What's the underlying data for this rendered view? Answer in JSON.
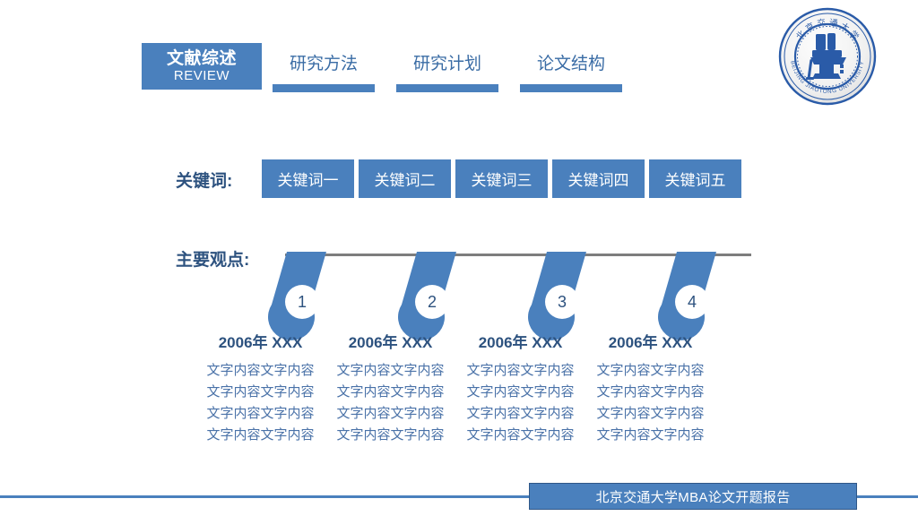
{
  "slide": {
    "background": "#ffffff",
    "accent_blue": "#4a80bd",
    "dark_blue": "#2d527f",
    "text_blue": "#4a72a8",
    "line_gray": "#7d7d7d"
  },
  "nav": {
    "tabs": [
      {
        "cn": "文献综述",
        "en": "REVIEW",
        "active": true
      },
      {
        "cn": "研究方法",
        "en": "",
        "active": false
      },
      {
        "cn": "研究计划",
        "en": "",
        "active": false
      },
      {
        "cn": "论文结构",
        "en": "",
        "active": false
      }
    ]
  },
  "keywords_section": {
    "label": "关键词:",
    "items": [
      "关键词一",
      "关键词二",
      "关键词三",
      "关键词四",
      "关键词五"
    ]
  },
  "main_points": {
    "label": "主要观点:",
    "markers": [
      "1",
      "2",
      "3",
      "4"
    ],
    "columns": [
      {
        "title": "2006年 XXX",
        "lines": [
          "文字内容文字内容",
          "文字内容文字内容",
          "文字内容文字内容",
          "文字内容文字内容"
        ]
      },
      {
        "title": "2006年 XXX",
        "lines": [
          "文字内容文字内容",
          "文字内容文字内容",
          "文字内容文字内容",
          "文字内容文字内容"
        ]
      },
      {
        "title": "2006年 XXX",
        "lines": [
          "文字内容文字内容",
          "文字内容文字内容",
          "文字内容文字内容",
          "文字内容文字内容"
        ]
      },
      {
        "title": "2006年 XXX",
        "lines": [
          "文字内容文字内容",
          "文字内容文字内容",
          "文字内容文字内容",
          "文字内容文字内容"
        ]
      }
    ]
  },
  "footer": {
    "text": "北京交通大学MBA论文开题报告"
  },
  "logo": {
    "name": "beijing-jiaotong-university-seal",
    "top_text": "北京交通大学",
    "arc_left_text": "BEIJING",
    "arc_bottom_text": "JIAOTONG",
    "arc_right_text": "UNIVERSITY",
    "color": "#2a5ba8"
  }
}
